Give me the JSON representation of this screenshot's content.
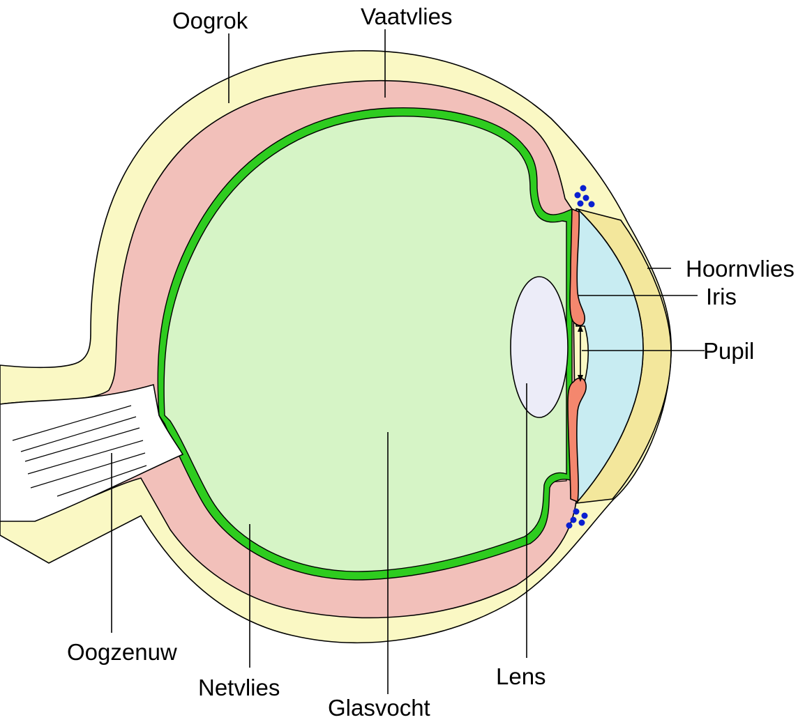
{
  "diagram": {
    "labels": {
      "oogrok": "Oogrok",
      "vaatvlies": "Vaatvlies",
      "hoornvlies": "Hoornvlies",
      "iris": "Iris",
      "pupil": "Pupil",
      "oogzenuw": "Oogzenuw",
      "netvlies": "Netvlies",
      "glasvocht": "Glasvocht",
      "lens": "Lens"
    },
    "colors": {
      "sclera": "#FAF8C4",
      "choroid": "#F2C0BA",
      "retina": "#2ECC1F",
      "vitreous": "#D6F4C6",
      "cornea": "#F3E79C",
      "aqueous": "#C8ECF2",
      "iris": "#F4876E",
      "lens": "#ECECF8",
      "zonule": "#D4ECF4",
      "canal_dots": "#0A1FD0"
    }
  }
}
